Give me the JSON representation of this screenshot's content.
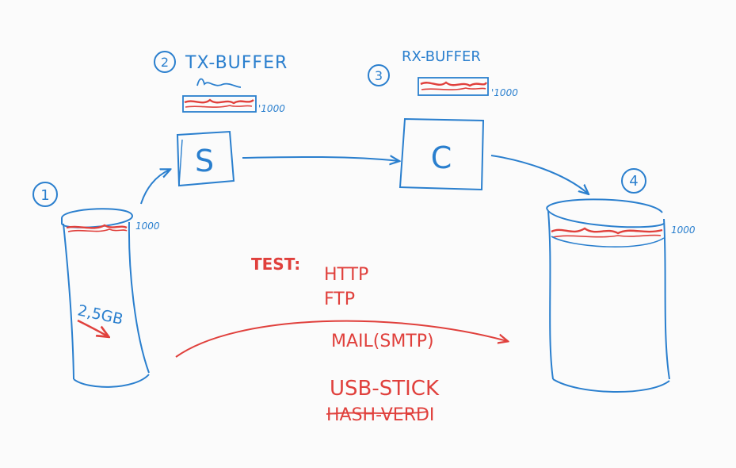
{
  "colors": {
    "marker_blue": "#2a7fce",
    "marker_red": "#e0403c",
    "board": "#fbfbfb"
  },
  "steps": {
    "source_step": "1",
    "tx_step": "2",
    "rx_step": "3",
    "destination_step": "4"
  },
  "tx_buffer": {
    "title": "TX-BUFFER",
    "size": "'1000"
  },
  "rx_buffer": {
    "title": "RX-BUFFER",
    "size": "'1000"
  },
  "sender": {
    "label": "S"
  },
  "client": {
    "label": "C"
  },
  "source_container": {
    "size": "1000",
    "data_volume": "2,5GB"
  },
  "destination_container": {
    "size": "1000"
  },
  "test": {
    "heading": "TEST:",
    "items": [
      "HTTP",
      "FTP",
      "MAIL(SMTP)",
      "USB-STICK",
      "HASH-VERDI"
    ]
  }
}
